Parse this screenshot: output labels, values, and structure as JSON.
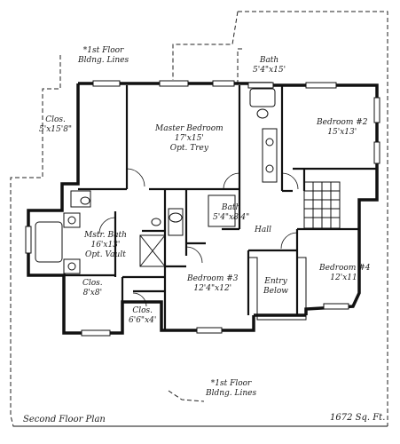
{
  "plan": {
    "notes": {
      "top_bldg_line": [
        "*1st Floor",
        "Bldng. Lines"
      ],
      "bottom_bldg_line": [
        "*1st Floor",
        "Bldng. Lines"
      ]
    },
    "rooms": {
      "bath_top": {
        "name": "Bath",
        "dim": "5'4\"x15'"
      },
      "closet_left": {
        "name": "Clos.",
        "dim": "5'x15'8\""
      },
      "master_bedroom": {
        "name": "Master Bedroom",
        "dim": "17'x15'",
        "extra": "Opt. Trey"
      },
      "bedroom2": {
        "name": "Bedroom #2",
        "dim": "15'x13'"
      },
      "bath_mid": {
        "name": "Bath",
        "dim": "5'4\"x8'4\""
      },
      "hall": {
        "name": "Hall"
      },
      "master_bath": {
        "name": "Mstr. Bath",
        "dim": "16'x13'",
        "extra": "Opt. Vault"
      },
      "closet_bath": {
        "name": "Clos.",
        "dim": "8'x8'"
      },
      "bedroom3": {
        "name": "Bedroom #3",
        "dim": "12'4\"x12'"
      },
      "closet_small": {
        "name": "Clos.",
        "dim": "6'6\"x4'"
      },
      "entry": {
        "name": "Entry",
        "extra": "Below"
      },
      "bedroom4": {
        "name": "Bedroom #4",
        "dim": "12'x11'"
      }
    },
    "footer": {
      "title": "Second Floor Plan",
      "area": "1672 Sq. Ft."
    }
  }
}
